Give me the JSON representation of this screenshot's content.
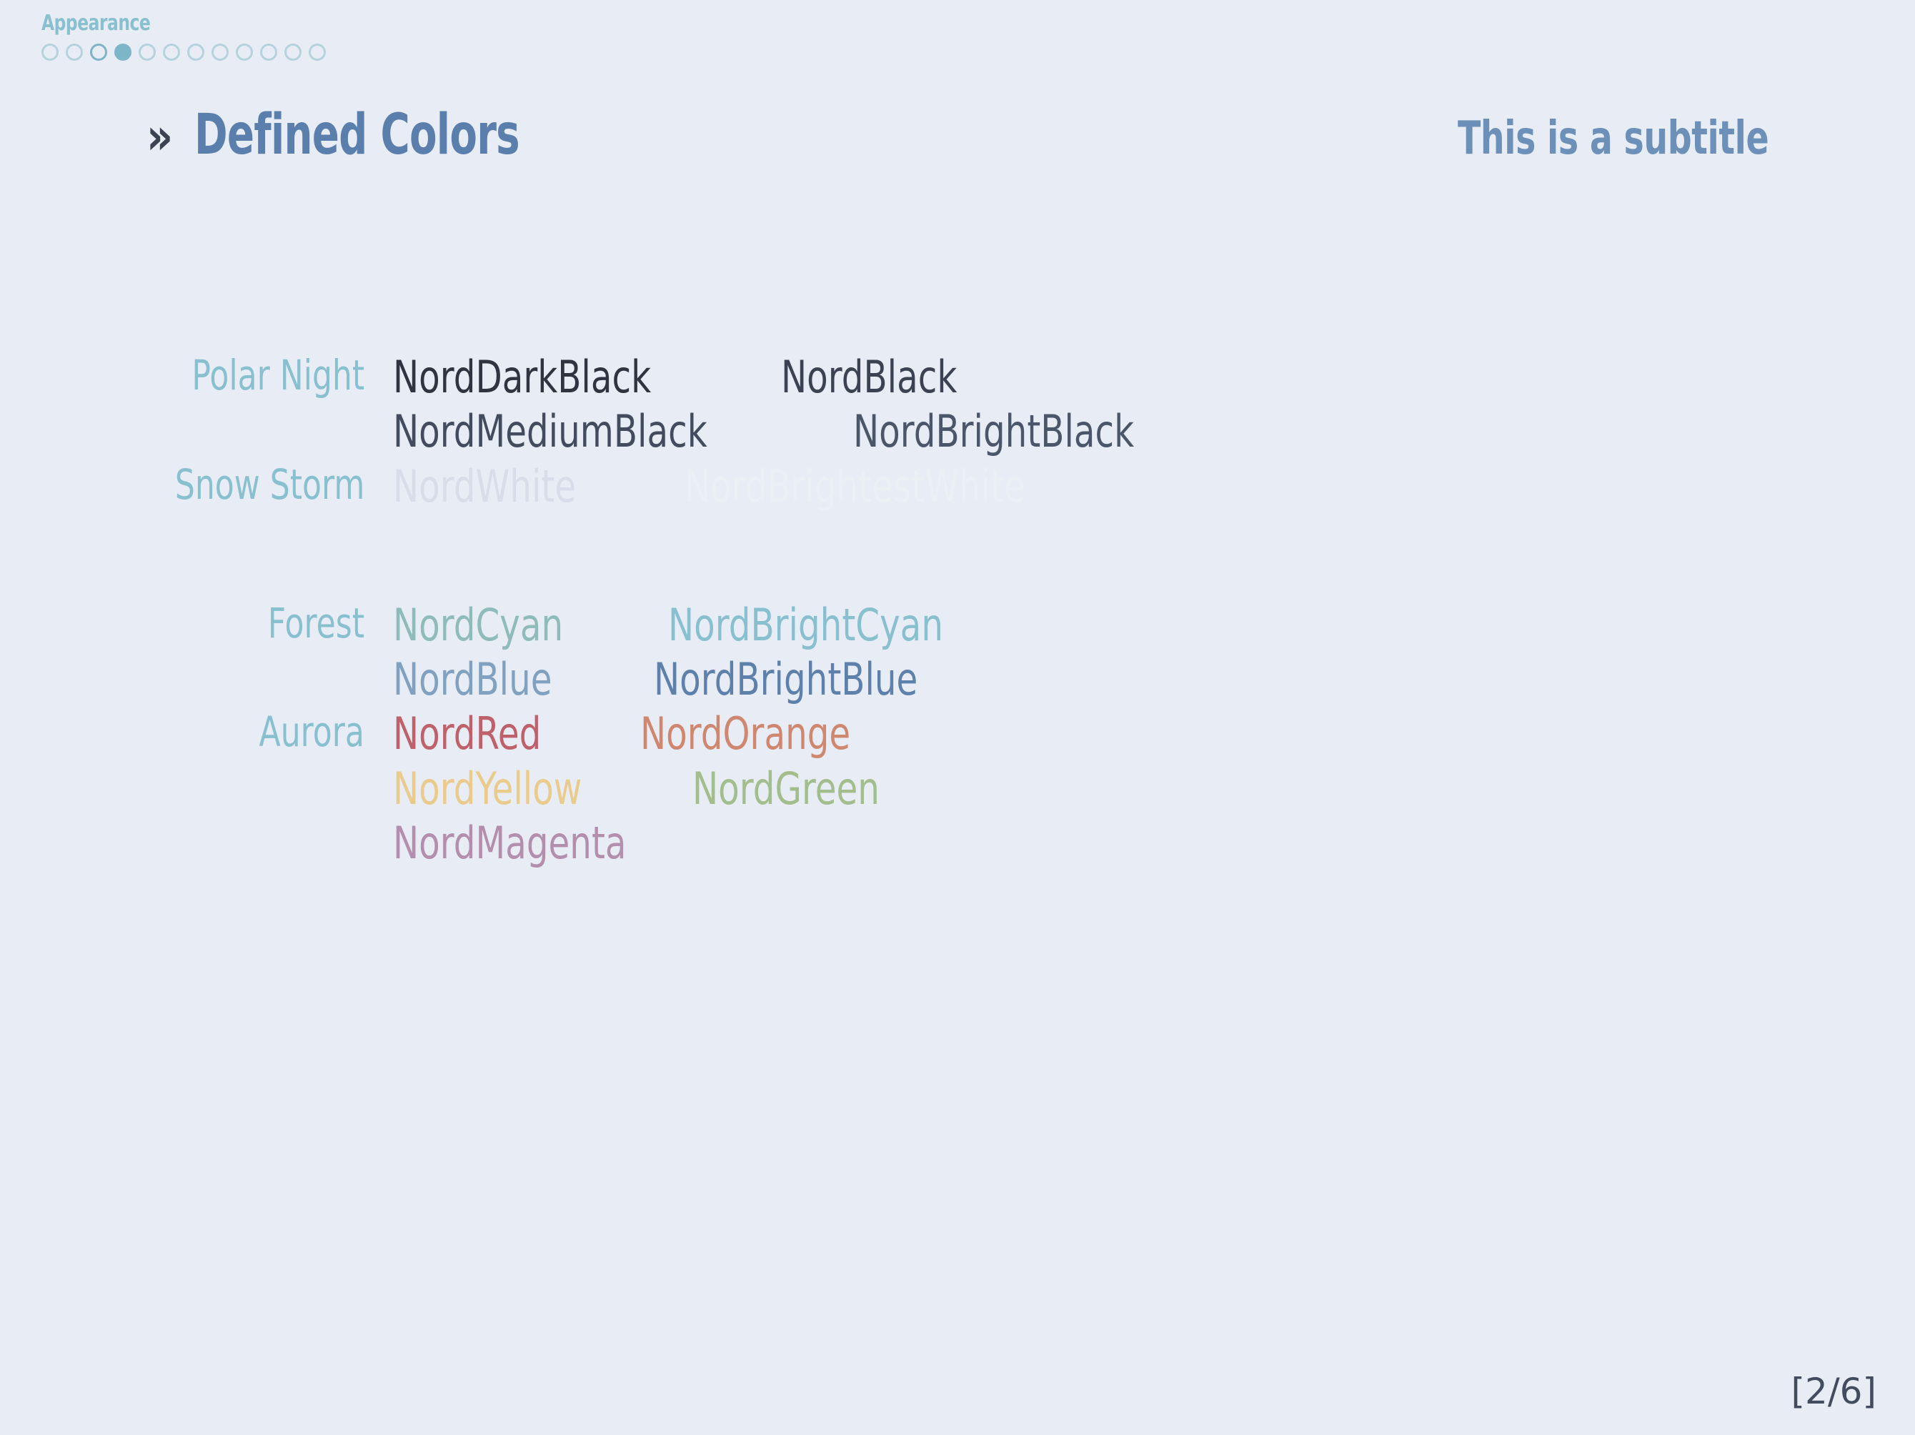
{
  "background_color": "#e7ecf5",
  "nav": {
    "section_label": "Appearance",
    "section_color": "#88c0d0",
    "total_dots": 12,
    "current_dot_index": 4,
    "seen_dot_index": 3,
    "dot_color": "#b5d3dd",
    "dot_active_color": "#7cb6c8"
  },
  "header": {
    "chevron": "»",
    "chevron_color": "#3b4252",
    "title": "Defined Colors",
    "title_color": "#5b7fad",
    "subtitle": "This is a subtitle",
    "subtitle_color": "#6d90b8"
  },
  "main": {
    "groups": [
      {
        "label": "Polar Night",
        "label_color": "#88c0d0",
        "lines": [
          [
            {
              "name": "NordDarkBlack",
              "color": "#2e3440"
            },
            {
              "name": "NordBlack",
              "color": "#3b4252"
            }
          ],
          [
            {
              "name": "NordMediumBlack",
              "color": "#434c5e"
            },
            {
              "name": "NordBrightBlack",
              "color": "#4c566a"
            }
          ]
        ]
      },
      {
        "label": "Snow Storm",
        "label_color": "#88c0d0",
        "lines": [
          [
            {
              "name": "NordWhite",
              "color": "#d8dee9"
            },
            {
              "name": "NordBrightestWhite",
              "color": "#eceff4"
            }
          ]
        ]
      },
      {
        "label": "Forest",
        "label_color": "#88c0d0",
        "lines": [
          [
            {
              "name": "NordCyan",
              "color": "#8fbcbb"
            },
            {
              "name": "NordBrightCyan",
              "color": "#88c0d0"
            }
          ],
          [
            {
              "name": "NordBlue",
              "color": "#81a1c1"
            },
            {
              "name": "NordBrightBlue",
              "color": "#5e81ac"
            }
          ]
        ]
      },
      {
        "label": "Aurora",
        "label_color": "#88c0d0",
        "lines": [
          [
            {
              "name": "NordRed",
              "color": "#bf616a"
            },
            {
              "name": "NordOrange",
              "color": "#d08770"
            }
          ],
          [
            {
              "name": "NordYellow",
              "color": "#ebcb8b"
            },
            {
              "name": "NordGreen",
              "color": "#a3be8c"
            }
          ],
          [
            {
              "name": "NordMagenta",
              "color": "#b48ead"
            }
          ]
        ]
      }
    ]
  },
  "footer": {
    "page_number": "[2/6]",
    "page_number_color": "#434c5e"
  }
}
